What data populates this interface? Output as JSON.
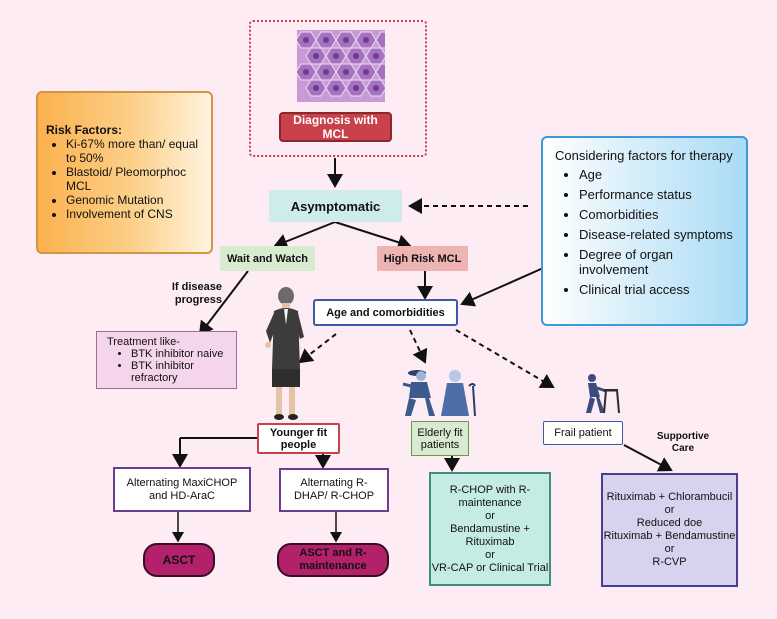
{
  "diagnosis": {
    "label": "Diagnosis with MCL"
  },
  "risk_factors": {
    "title": "Risk Factors:",
    "items": [
      "Ki-67% more than/ equal to 50%",
      "Blastoid/ Pleomorphoc MCL",
      "Genomic Mutation",
      "Involvement of CNS"
    ]
  },
  "therapy_factors": {
    "title": "Considering factors for therapy",
    "items": [
      "Age",
      "Performance status",
      "Comorbidities",
      "Disease-related symptoms",
      "Degree of organ involvement",
      "Clinical trial access"
    ]
  },
  "asymptomatic": {
    "label": "Asymptomatic"
  },
  "wait_watch": {
    "label": "Wait and Watch"
  },
  "high_risk": {
    "label": "High Risk MCL"
  },
  "disease_progress": {
    "label": "If disease progress"
  },
  "age_comorbidities": {
    "label": "Age and comorbidities"
  },
  "treatment_like": {
    "title": "Treatment like-",
    "items": [
      "BTK inhibitor naive",
      "BTK inhibitor refractory"
    ]
  },
  "younger_fit": {
    "label": "Younger fit people"
  },
  "elderly_fit": {
    "label": "Elderly fit patients"
  },
  "frail": {
    "label": "Frail patient"
  },
  "supportive_care": {
    "label": "Supportive Care"
  },
  "maxichop": {
    "label": "Alternating MaxiCHOP and HD-AraC"
  },
  "rdhap": {
    "label": "Alternating R-DHAP/ R-CHOP"
  },
  "asct": {
    "label": "ASCT"
  },
  "asct_r": {
    "label": "ASCT and R-maintenance"
  },
  "elderly_regimen": {
    "lines": [
      "R-CHOP with R-maintenance",
      "or",
      "Bendamustine + Rituximab",
      "or",
      "VR-CAP or Clinical Trial"
    ]
  },
  "frail_regimen": {
    "lines": [
      "Rituximab + Chlorambucil",
      "or",
      "Reduced doe",
      "Rituximab + Bendamustine",
      "or",
      "R-CVP"
    ]
  },
  "colors": {
    "background": "#fdecf3",
    "diagnosis_fill": "#c9414a",
    "asymptomatic_fill": "#cdeceb",
    "wait_fill": "#d8ead0",
    "high_risk_fill": "#eeb4b4",
    "risk_box_fill": "#fbc163",
    "therapy_border": "#3a9bd8",
    "purple_border": "#6a3d8e",
    "asct_fill": "#b3216b",
    "teal_fill": "#c4ebe4",
    "lavender_fill": "#d8d2ef"
  }
}
